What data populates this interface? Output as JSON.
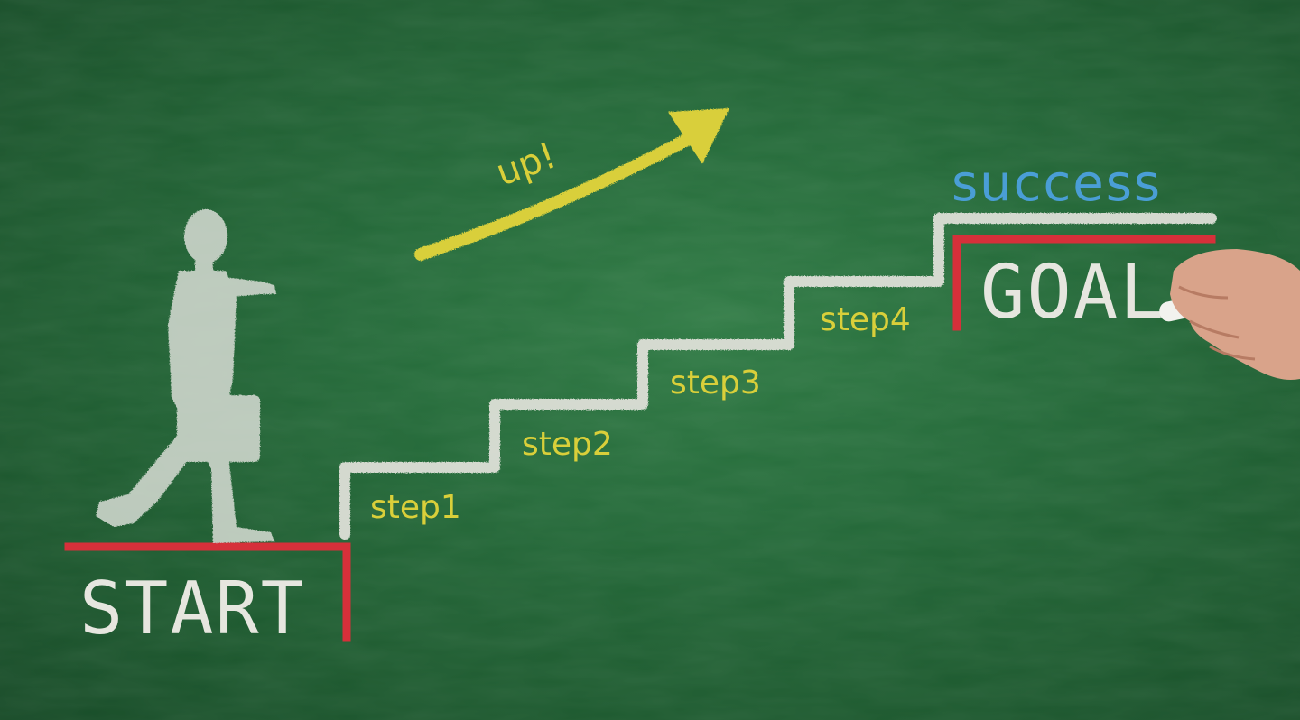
{
  "scene": {
    "start_label": "START",
    "goal_label": "GOAL",
    "success_label": "success",
    "up_label": "up!",
    "steps": [
      "step1",
      "step2",
      "step3",
      "step4"
    ]
  },
  "colors": {
    "chalkboard": "#246a39",
    "chalk_white": "#e6e6df",
    "chalk_red": "#d6303a",
    "chalk_yellow": "#d9cf3a",
    "chalk_blue": "#4a9ed6"
  },
  "icons": {
    "figure": "walking-businessman-icon",
    "arrow": "up-arrow-icon",
    "hand": "hand-holding-chalk-icon"
  }
}
